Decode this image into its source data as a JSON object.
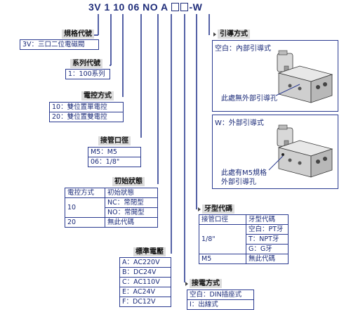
{
  "model_code": {
    "prefix": "3V 1 10 06 NO A",
    "suffix": "-W"
  },
  "spec": {
    "title": "規格代號",
    "rows": [
      "3V：三口二位電磁閥"
    ]
  },
  "series": {
    "title": "系列代號",
    "rows": [
      "1：100系列"
    ]
  },
  "control": {
    "title": "電控方式",
    "rows": [
      "10：雙位置單電控",
      "20：雙位置雙電控"
    ]
  },
  "port": {
    "title": "接管口徑",
    "rows": [
      "M5：M5",
      "06：1/8\""
    ]
  },
  "initial": {
    "title": "初始狀態",
    "head": [
      "電控方式",
      "初始狀態"
    ],
    "row10": "10",
    "nc": "NC：常閉型",
    "no": "NO：常開型",
    "row20": "20",
    "none": "無此代碼"
  },
  "voltage": {
    "title": "標準電壓",
    "rows": [
      "A：AC220V",
      "B：DC24V",
      "C：AC110V",
      "E：AC24V",
      "F：DC12V"
    ]
  },
  "wiring": {
    "title": "接電方式",
    "rows": [
      "空白：DIN插座式",
      "I：出線式"
    ]
  },
  "thread": {
    "title": "牙型代碼",
    "head": [
      "接管口徑",
      "牙型代碼"
    ],
    "size1": "1/8\"",
    "opt1": "空白：PT牙",
    "opt2": "T：NPT牙",
    "opt3": "G：G牙",
    "size2": "M5",
    "none": "無此代碼"
  },
  "pilot": {
    "title": "引導方式",
    "blank_label": "空白：內部引導式",
    "blank_note": "此處無外部引導孔",
    "w_label": "W：外部引導式",
    "w_note_1": "此處有M5規格",
    "w_note_2": "外部引導孔"
  }
}
